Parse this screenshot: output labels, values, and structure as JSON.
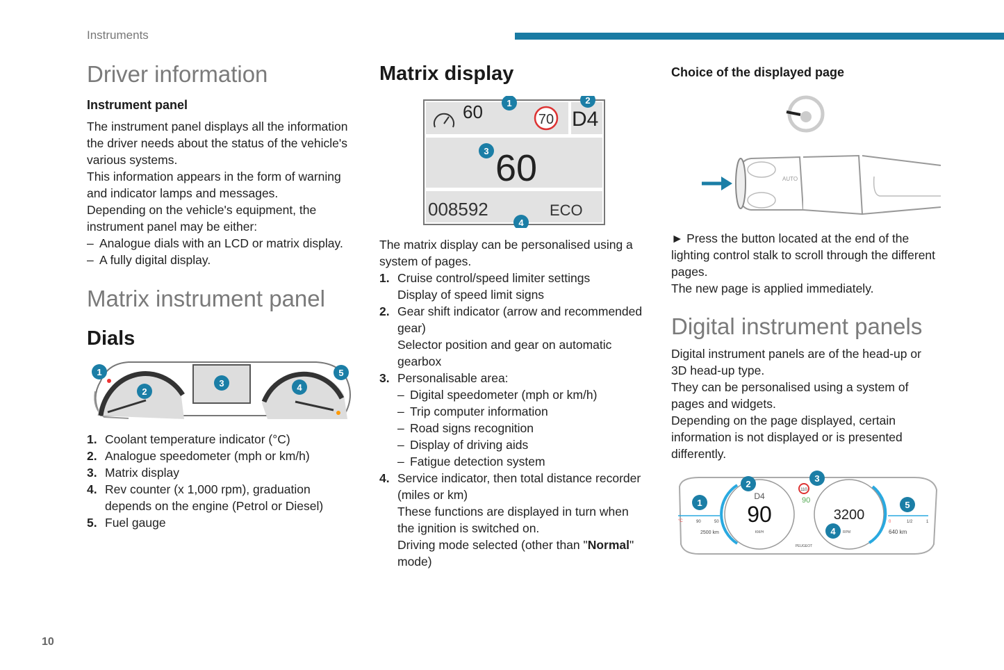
{
  "header": {
    "section": "Instruments",
    "page_number": "10",
    "accent_color": "#1a7ba3"
  },
  "col1": [
    {
      "type": "h1",
      "text": "Driver information"
    },
    {
      "type": "h3",
      "text": "Instrument panel"
    },
    {
      "type": "p",
      "lines": [
        "The instrument panel displays all the information",
        "the driver needs about the status of the vehicle's",
        "various systems.",
        "This information appears in the form of warning",
        "and indicator lamps and messages.",
        "Depending on the vehicle's equipment, the",
        "instrument panel may be either:"
      ]
    },
    {
      "type": "dash",
      "lines": [
        "Analogue dials with an LCD or matrix display."
      ]
    },
    {
      "type": "dash",
      "lines": [
        "A fully digital display."
      ]
    },
    {
      "type": "h1",
      "text": "Matrix instrument panel"
    },
    {
      "type": "h2",
      "text": "Dials"
    },
    {
      "type": "fig",
      "fig": "dials"
    },
    {
      "type": "li",
      "num": "1.",
      "lines": [
        "Coolant temperature indicator (°C)"
      ]
    },
    {
      "type": "li",
      "num": "2.",
      "lines": [
        "Analogue speedometer (mph or km/h)"
      ]
    },
    {
      "type": "li",
      "num": "3.",
      "lines": [
        "Matrix display"
      ]
    },
    {
      "type": "li",
      "num": "4.",
      "lines": [
        "Rev counter (x 1,000 rpm), graduation",
        "depends on the engine (Petrol or Diesel)"
      ]
    },
    {
      "type": "li",
      "num": "5.",
      "lines": [
        "Fuel gauge"
      ]
    }
  ],
  "col2": [
    {
      "type": "h2",
      "text": "Matrix display"
    },
    {
      "type": "fig",
      "fig": "matrix"
    },
    {
      "type": "p",
      "lines": [
        "The matrix display can be personalised using a",
        "system of pages."
      ]
    },
    {
      "type": "li",
      "num": "1.",
      "lines": [
        "Cruise control/speed limiter settings",
        "Display of speed limit signs"
      ]
    },
    {
      "type": "li",
      "num": "2.",
      "lines": [
        "Gear shift indicator (arrow and recommended",
        "gear)",
        "Selector position and gear on automatic",
        "gearbox"
      ]
    },
    {
      "type": "li",
      "num": "3.",
      "lines": [
        "Personalisable area:"
      ]
    },
    {
      "type": "subdash",
      "lines": [
        "Digital speedometer (mph or km/h)"
      ]
    },
    {
      "type": "subdash",
      "lines": [
        "Trip computer information"
      ]
    },
    {
      "type": "subdash",
      "lines": [
        "Road signs recognition"
      ]
    },
    {
      "type": "subdash",
      "lines": [
        "Display of driving aids"
      ]
    },
    {
      "type": "subdash",
      "lines": [
        "Fatigue detection system"
      ]
    },
    {
      "type": "li",
      "num": "4.",
      "lines": [
        "Service indicator, then total distance recorder",
        "(miles or km)",
        "These functions are displayed in turn when",
        "the ignition is switched on.",
        [
          {
            "t": "Driving mode selected (other than \""
          },
          {
            "t": "Normal",
            "b": true
          },
          {
            "t": "\""
          }
        ],
        "mode)"
      ]
    }
  ],
  "col3": [
    {
      "type": "h3",
      "text": "Choice of the displayed page"
    },
    {
      "type": "fig",
      "fig": "stalk"
    },
    {
      "type": "p",
      "lines": [
        "► Press the button located at the end of the",
        "lighting control stalk to scroll through the different",
        "pages.",
        "The new page is applied immediately."
      ]
    },
    {
      "type": "h1",
      "text": "Digital instrument panels"
    },
    {
      "type": "p",
      "lines": [
        "Digital instrument panels are of the head-up or",
        "3D head-up type.",
        "They can be personalised using a system of",
        "pages and widgets.",
        "Depending on the page displayed, certain",
        "information is not displayed or is presented",
        "differently."
      ]
    },
    {
      "type": "fig",
      "fig": "digital"
    }
  ],
  "figures": {
    "badges": [
      "1",
      "2",
      "3",
      "4",
      "5"
    ],
    "matrix": {
      "cruise_speed": "60",
      "speed_limit": "70",
      "gear": "D4",
      "speed": "60",
      "odometer": "008592",
      "mode": "ECO"
    },
    "stalk": {
      "auto_label": "AUTO"
    },
    "digital": {
      "speed": "90",
      "gear": "D4",
      "speed_unit": "KM/H",
      "sign_limit": "110",
      "cruise": "90",
      "rpm": "3200",
      "rpm_unit": "RPM",
      "brand": "PEUGEOT",
      "temp_unit": "°C",
      "temp_90": "90",
      "temp_50": "50",
      "service": "2500 km",
      "fuel_0": "0",
      "fuel_half": "1/2",
      "fuel_1": "1",
      "range": "640 km"
    }
  }
}
